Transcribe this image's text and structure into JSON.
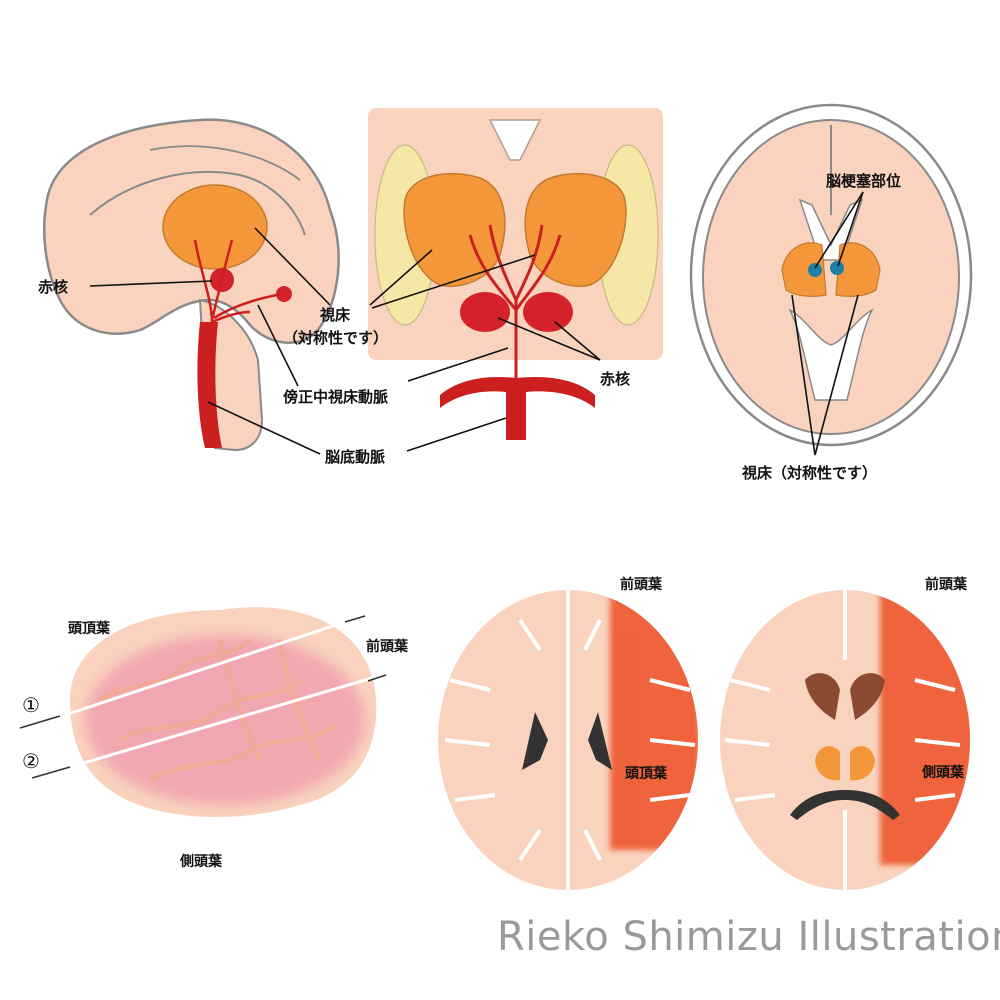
{
  "colors": {
    "background": "#ffffff",
    "brain_base": "#f9d3bd",
    "brain_outline": "#8a8a8a",
    "thalamus": "#f4973b",
    "artery": "#cc1f1f",
    "red_nucleus": "#d3222a",
    "infarct": "#1d7fa2",
    "lobe_pink": "#f1a3b0",
    "lesion": "#ee5a33",
    "label": "#111111",
    "credit": "#9a9a9a"
  },
  "top_row": {
    "sagittal": {
      "label_red_nucleus": "赤核",
      "label_thalamus_line1": "視床",
      "label_thalamus_line2": "（対称性です）",
      "label_paramedian_artery": "傍正中視床動脈",
      "label_basilar_artery": "脳底動脈"
    },
    "coronal": {
      "label_red_nucleus": "赤核"
    },
    "axial": {
      "label_infarct_site": "脳梗塞部位",
      "label_thalamus": "視床（対称性です）"
    }
  },
  "bottom_row": {
    "lateral": {
      "label_parietal": "頭頂葉",
      "label_frontal": "前頭葉",
      "label_temporal": "側頭葉",
      "marker_1": "①",
      "marker_2": "②"
    },
    "slice_1": {
      "label_frontal": "前頭葉",
      "label_parietal": "頭頂葉"
    },
    "slice_2": {
      "label_frontal": "前頭葉",
      "label_temporal": "側頭葉"
    }
  },
  "credit": "Rieko Shimizu Illustration"
}
